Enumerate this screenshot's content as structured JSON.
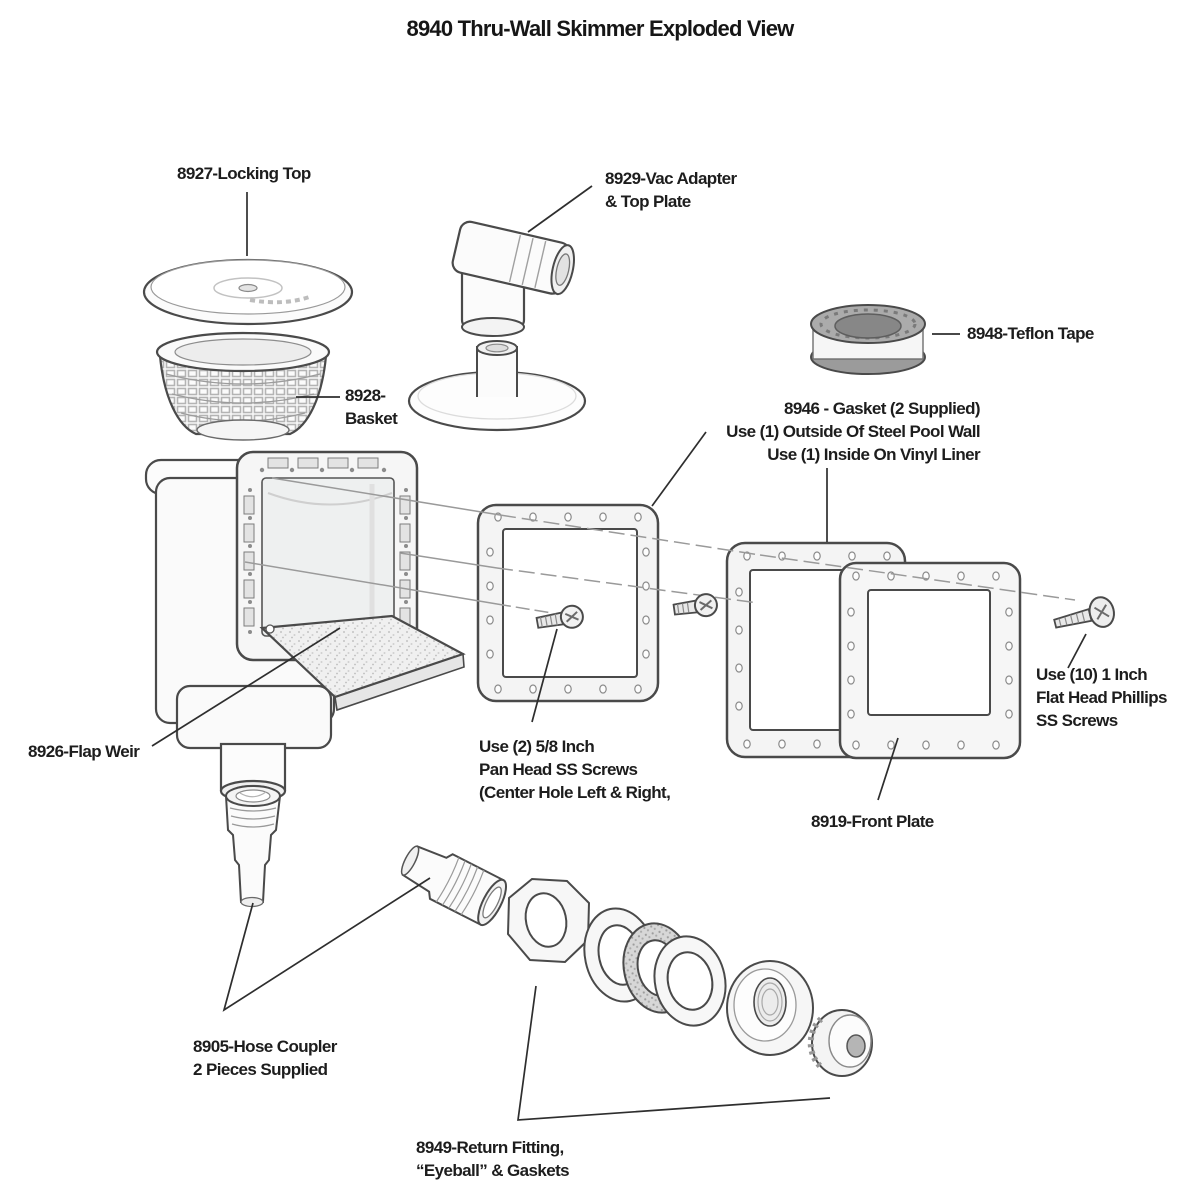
{
  "title": "8940 Thru-Wall Skimmer Exploded View",
  "colors": {
    "ink": "#1d1d1d",
    "outline": "#4a4a4a",
    "part_fill": "#f7f7f7",
    "leader": "#2e2e2e",
    "alignment_line": "#9a9a9a"
  },
  "labels": {
    "locking_top": "8927-Locking Top",
    "vac_adapter": [
      "8929-Vac Adapter",
      "& Top Plate"
    ],
    "teflon_tape": "8948-Teflon Tape",
    "basket": [
      "8928-",
      "Basket"
    ],
    "gasket": [
      "8946 - Gasket (2 Supplied)",
      "Use (1) Outside Of Steel Pool Wall",
      "Use (1) Inside On Vinyl Liner"
    ],
    "flap_weir": "8926-Flap Weir",
    "pan_head_screws": [
      "Use (2) 5/8 Inch",
      "Pan Head SS Screws",
      "(Center Hole Left & Right,"
    ],
    "flat_head_screws": [
      "Use (10) 1 Inch",
      "Flat Head Phillips",
      "SS Screws"
    ],
    "front_plate": "8919-Front Plate",
    "hose_coupler": [
      "8905-Hose Coupler",
      "2 Pieces Supplied"
    ],
    "return_fitting": [
      "8949-Return Fitting,",
      "“Eyeball” & Gaskets"
    ]
  }
}
